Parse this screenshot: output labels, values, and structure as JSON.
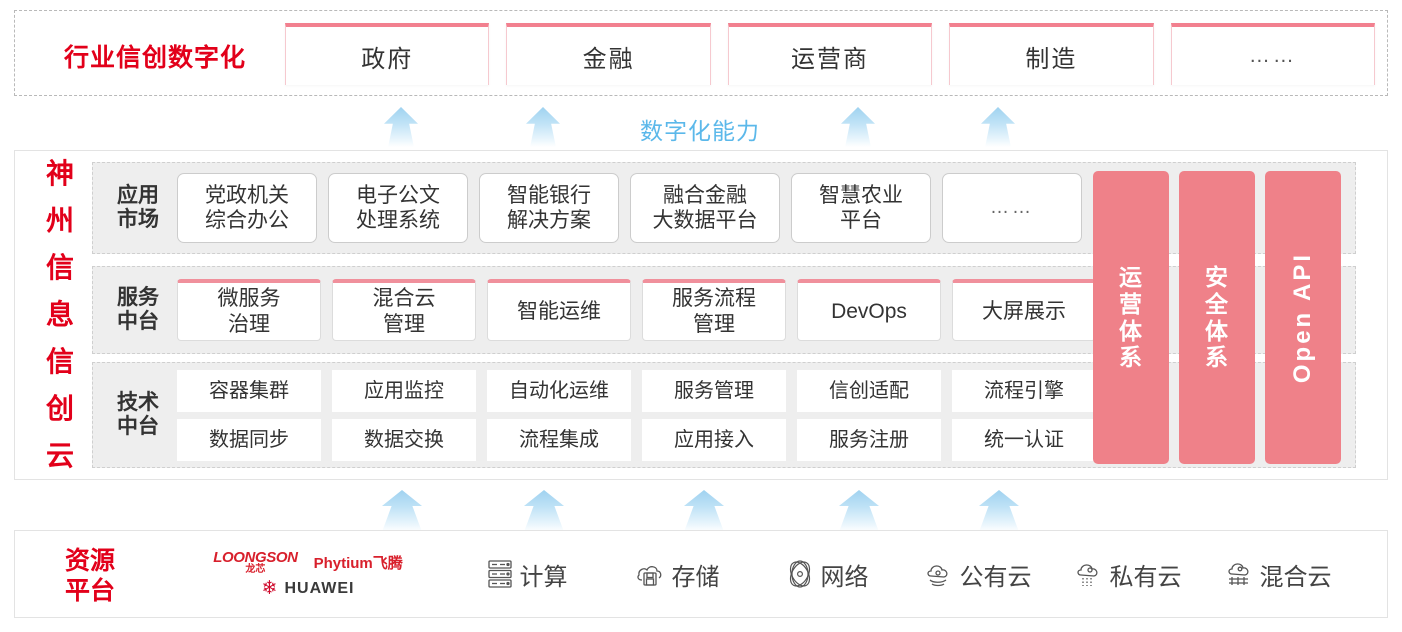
{
  "industry": {
    "title": "行业信创数字化",
    "cards": [
      {
        "label": "政府",
        "type": "text"
      },
      {
        "label": "金融",
        "type": "text"
      },
      {
        "label": "运营商",
        "type": "text"
      },
      {
        "label": "制造",
        "type": "text"
      },
      {
        "label": "……",
        "type": "dots"
      }
    ],
    "accent_color": "#f2808f",
    "title_color": "#e2001a"
  },
  "capability_label": {
    "text": "数字化能力",
    "color": "#5bb8ea"
  },
  "cloud": {
    "title_chars": [
      "神",
      "州",
      "信",
      "息",
      "信",
      "创",
      "云"
    ],
    "title_color": "#e2001a",
    "rows": [
      {
        "id": "application-market",
        "label": "应用\n市场",
        "label_line1": "应用",
        "label_line2": "市场",
        "cells": [
          {
            "line1": "党政机关",
            "line2": "综合办公"
          },
          {
            "line1": "电子公文",
            "line2": "处理系统"
          },
          {
            "line1": "智能银行",
            "line2": "解决方案"
          },
          {
            "line1": "融合金融",
            "line2": "大数据平台"
          },
          {
            "line1": "智慧农业",
            "line2": "平台"
          },
          {
            "line1": "……",
            "line2": "",
            "dots": true
          }
        ]
      },
      {
        "id": "service-middle-platform",
        "label_line1": "服务",
        "label_line2": "中台",
        "cells": [
          {
            "line1": "微服务",
            "line2": "治理"
          },
          {
            "line1": "混合云",
            "line2": "管理"
          },
          {
            "line1": "智能运维",
            "line2": ""
          },
          {
            "line1": "服务流程",
            "line2": "管理"
          },
          {
            "line1": "DevOps",
            "line2": ""
          },
          {
            "line1": "大屏展示",
            "line2": ""
          }
        ]
      },
      {
        "id": "technical-middle-platform",
        "label_line1": "技术",
        "label_line2": "中台",
        "row1": [
          "容器集群",
          "应用监控",
          "自动化运维",
          "服务管理",
          "信创适配",
          "流程引擎"
        ],
        "row2": [
          "数据同步",
          "数据交换",
          "流程集成",
          "应用接入",
          "服务注册",
          "统一认证"
        ]
      }
    ],
    "pillars": [
      {
        "text": "运营体系",
        "orientation": "stacked"
      },
      {
        "text": "安全体系",
        "orientation": "stacked"
      },
      {
        "text": "Open API",
        "orientation": "rotated"
      }
    ],
    "pillar_color": "#ef8189"
  },
  "resource": {
    "title_line1": "资源",
    "title_line2": "平台",
    "title_color": "#e2001a",
    "vendors": [
      {
        "name": "LOONGSON",
        "sub": "龙芯",
        "kind": "loongson"
      },
      {
        "name": "Phytium飞腾",
        "kind": "phytium"
      },
      {
        "name": "HUAWEI",
        "kind": "huawei"
      }
    ],
    "items": [
      {
        "label": "计算",
        "icon": "server-icon"
      },
      {
        "label": "存储",
        "icon": "storage-cloud-icon"
      },
      {
        "label": "网络",
        "icon": "network-icon"
      },
      {
        "label": "公有云",
        "icon": "public-cloud-icon"
      },
      {
        "label": "私有云",
        "icon": "private-cloud-icon"
      },
      {
        "label": "混合云",
        "icon": "hybrid-cloud-icon"
      }
    ]
  },
  "arrows": {
    "top_row_x": [
      384,
      526,
      841,
      981
    ],
    "bottom_row_x": [
      384,
      526,
      686,
      841,
      981
    ]
  }
}
